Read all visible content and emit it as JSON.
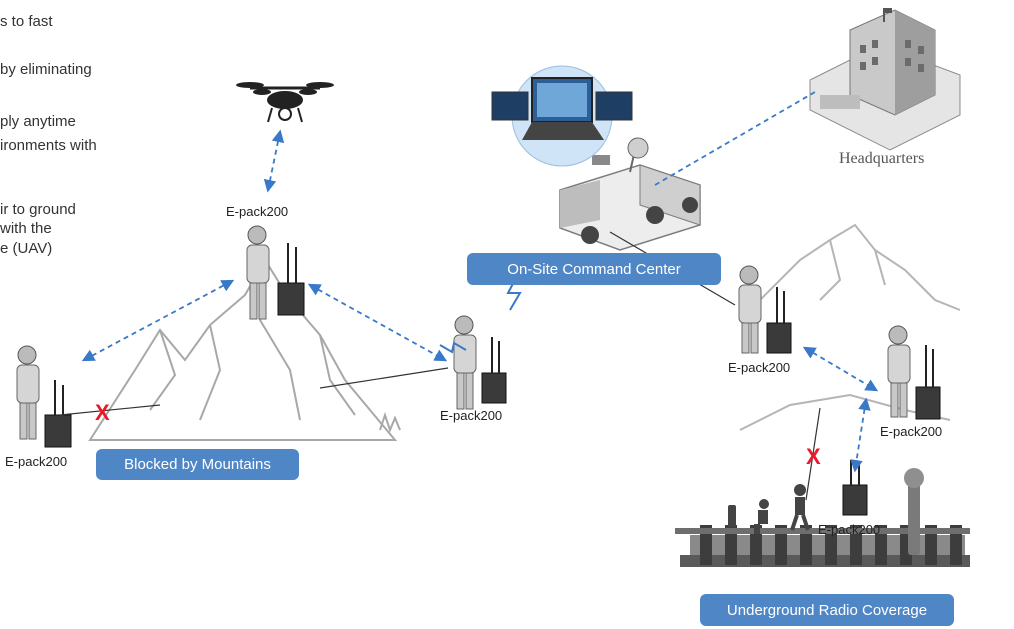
{
  "side_text": {
    "l1": "s to fast",
    "l2": "by eliminating",
    "l3": "ply anytime",
    "l4": "ironments with",
    "l5": "ir to ground",
    "l6": "with the",
    "l7": "e (UAV)"
  },
  "labels": {
    "epack": "E-pack200",
    "headquarters": "Headquarters",
    "command_center": "On-Site Command Center",
    "blocked": "Blocked by Mountains",
    "underground": "Underground Radio Coverage",
    "x_mark": "X"
  },
  "colors": {
    "badge": "#4f86c6",
    "link": "#3a78c8",
    "x_mark": "#e8192c",
    "mountain": "#9a9a9a"
  }
}
